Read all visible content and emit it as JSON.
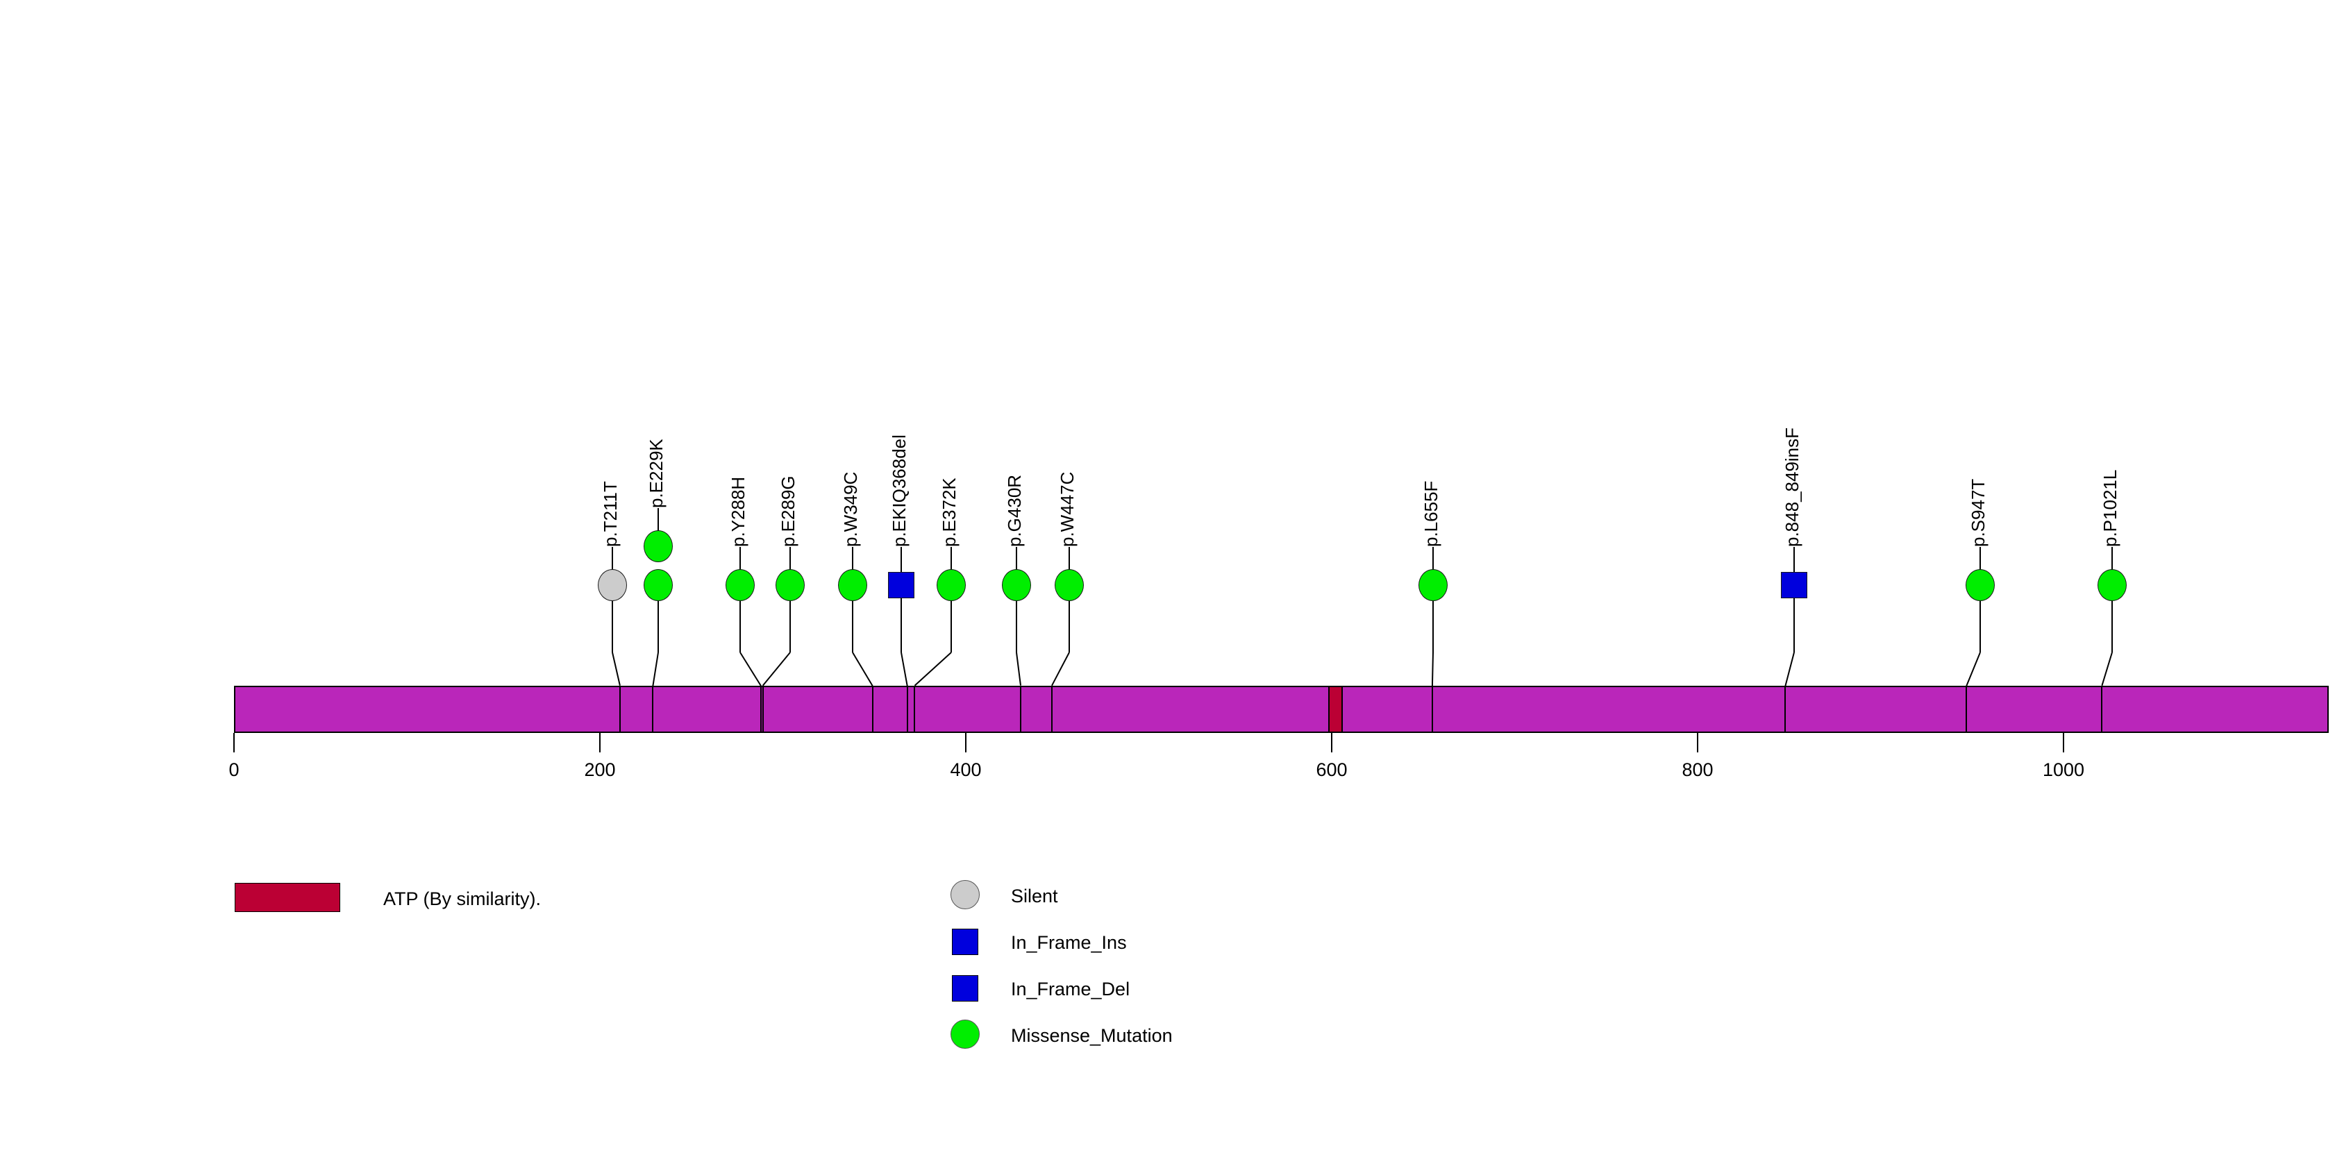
{
  "chart_data": {
    "type": "lollipop",
    "title": "",
    "xlabel": "",
    "ylabel": "",
    "xlim": [
      0,
      1145
    ],
    "axis": {
      "ticks": [
        0,
        200,
        400,
        600,
        800,
        1000
      ],
      "tick_labels": [
        "0",
        "200",
        "400",
        "600",
        "800",
        "1000"
      ],
      "grid": false
    },
    "protein": {
      "length": 1145,
      "color": "#BA26BA",
      "border_color": "#000000"
    },
    "domains": [
      {
        "name": "ATP (By similarity).",
        "start": 598,
        "end": 606,
        "color": "#BB0034"
      }
    ],
    "mutations": [
      {
        "label": "p.T211T",
        "position": 211,
        "count": 1,
        "type": "Silent",
        "color": "#CCCCCC",
        "shape": "circle"
      },
      {
        "label": "p.E229K",
        "position": 229,
        "count": 2,
        "type": "Missense_Mutation",
        "color": "#00EE00",
        "shape": "circle"
      },
      {
        "label": "p.Y288H",
        "position": 288,
        "count": 1,
        "type": "Missense_Mutation",
        "color": "#00EE00",
        "shape": "circle"
      },
      {
        "label": "p.E289G",
        "position": 289,
        "count": 1,
        "type": "Missense_Mutation",
        "color": "#00EE00",
        "shape": "circle"
      },
      {
        "label": "p.W349C",
        "position": 349,
        "count": 1,
        "type": "Missense_Mutation",
        "color": "#00EE00",
        "shape": "circle"
      },
      {
        "label": "p.EKIQ368del",
        "position": 368,
        "count": 1,
        "type": "In_Frame_Del",
        "color": "#0000DD",
        "shape": "square"
      },
      {
        "label": "p.E372K",
        "position": 372,
        "count": 1,
        "type": "Missense_Mutation",
        "color": "#00EE00",
        "shape": "circle"
      },
      {
        "label": "p.G430R",
        "position": 430,
        "count": 1,
        "type": "Missense_Mutation",
        "color": "#00EE00",
        "shape": "circle"
      },
      {
        "label": "p.W447C",
        "position": 447,
        "count": 1,
        "type": "Missense_Mutation",
        "color": "#00EE00",
        "shape": "circle"
      },
      {
        "label": "p.L655F",
        "position": 655,
        "count": 1,
        "type": "Missense_Mutation",
        "color": "#00EE00",
        "shape": "circle"
      },
      {
        "label": "p.848_849insF",
        "position": 848,
        "count": 1,
        "type": "In_Frame_Ins",
        "color": "#0000DD",
        "shape": "square"
      },
      {
        "label": "p.S947T",
        "position": 947,
        "count": 1,
        "type": "Missense_Mutation",
        "color": "#00EE00",
        "shape": "circle"
      },
      {
        "label": "p.P1021L",
        "position": 1021,
        "count": 1,
        "type": "Missense_Mutation",
        "color": "#00EE00",
        "shape": "circle"
      }
    ]
  },
  "domain_legend": {
    "items": [
      {
        "label": "ATP (By similarity).",
        "color": "#BB0034",
        "shape": "rect"
      }
    ]
  },
  "mutation_legend": {
    "items": [
      {
        "label": "Silent",
        "color": "#CCCCCC",
        "shape": "circle"
      },
      {
        "label": "In_Frame_Ins",
        "color": "#0000DD",
        "shape": "square"
      },
      {
        "label": "In_Frame_Del",
        "color": "#0000DD",
        "shape": "square"
      },
      {
        "label": "Missense_Mutation",
        "color": "#00EE00",
        "shape": "circle"
      }
    ]
  }
}
